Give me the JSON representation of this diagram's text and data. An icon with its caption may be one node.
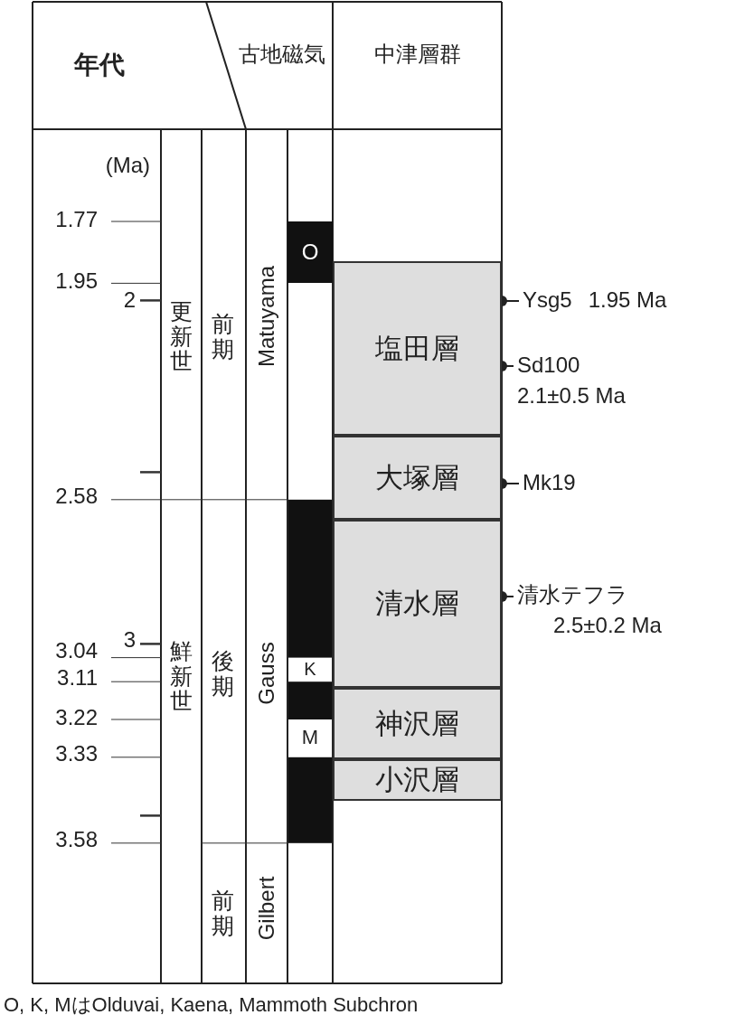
{
  "diagram": {
    "caption": "O, K, MはOlduvai, Kaena, Mammoth Subchron",
    "nodes": [
      {
        "text": [
          "O"
        ]
      },
      {
        "text": [
          "K"
        ]
      },
      {
        "text": [
          "M"
        ]
      },
      {
        "text": [
          "塩田層"
        ]
      },
      {
        "text": [
          "大塚層"
        ]
      },
      {
        "text": [
          "清水層"
        ]
      },
      {
        "text": [
          "神沢層"
        ]
      },
      {
        "text": [
          "小沢層"
        ]
      },
      {
        "text": [
          "Ysg5",
          "1.95 Ma"
        ]
      },
      {
        "text": [
          "Sd100",
          "2.1±0.5 Ma"
        ]
      },
      {
        "text": [
          "Mk19"
        ]
      },
      {
        "text": [
          "清水テフラ",
          "2.5±0.2 Ma"
        ]
      }
    ],
    "edges": [
      {
        "from": 8,
        "to": 3,
        "arrow": "other"
      },
      {
        "from": 9,
        "to": 3,
        "arrow": "other"
      },
      {
        "from": 10,
        "to": 4,
        "arrow": "other"
      },
      {
        "from": 11,
        "to": 5,
        "arrow": "other"
      }
    ],
    "labels": [
      "年代",
      "古地磁気",
      "中津層群",
      "(Ma)",
      "1.77",
      "1.95",
      "2",
      "更新世",
      "前期",
      "Matuyama",
      "2.58",
      "3",
      "3.04",
      "鮮新世",
      "後期",
      "Gauss",
      "3.11",
      "3.22",
      "3.33",
      "3.58",
      "前期",
      "Gilbert"
    ]
  }
}
